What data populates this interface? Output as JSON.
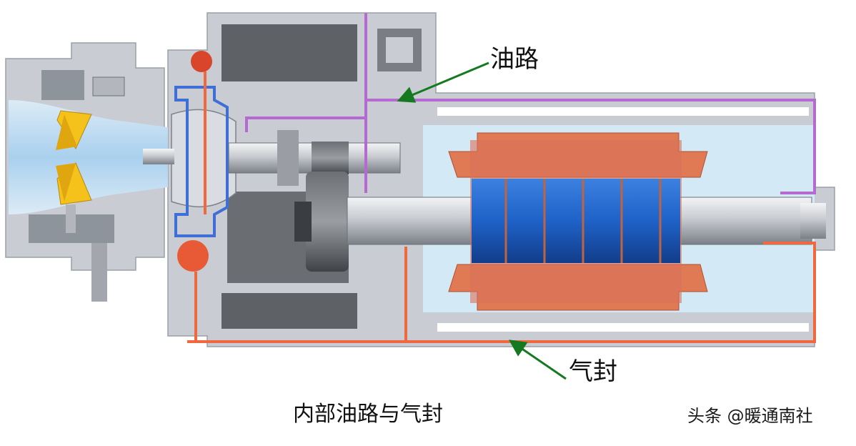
{
  "labels": {
    "oil_path": "油路",
    "gas_seal": "气封"
  },
  "caption": "内部油路与气封",
  "watermark": "头条 @暖通南社",
  "colors": {
    "housing": "#c9cdd3",
    "housing_dark": "#8e949b",
    "cavity": "#5e6166",
    "oil_line": "#b46ad1",
    "gas_line": "#f0683e",
    "rotor": "#1f62c8",
    "stator": "#e07a55",
    "inlet": "#bfe0f5",
    "vane": "#f4c21a",
    "arrow": "#157a1f"
  }
}
